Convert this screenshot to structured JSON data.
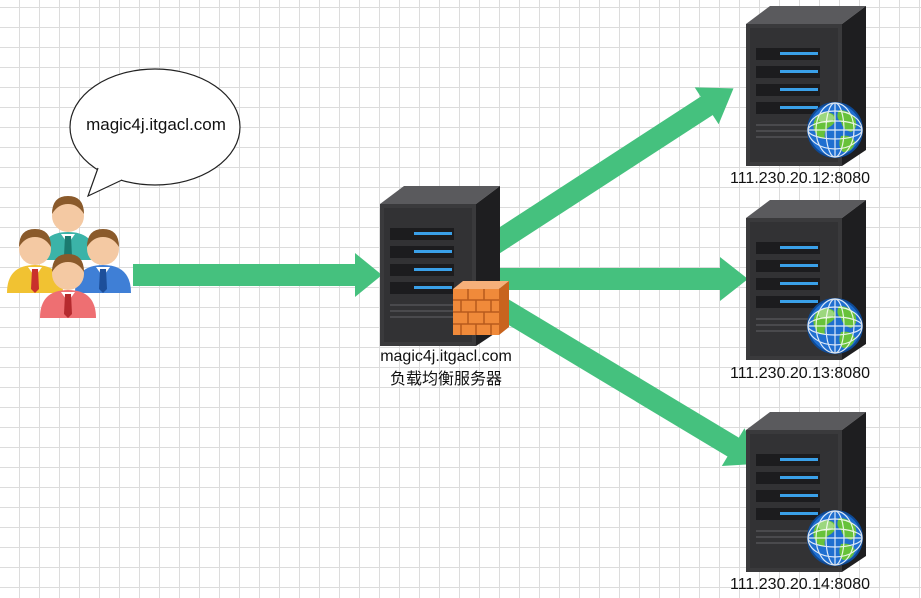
{
  "bubble": {
    "text": "magic4j.itgacl.com"
  },
  "load_balancer": {
    "domain": "magic4j.itgacl.com",
    "name": "负载均衡服务器"
  },
  "servers": [
    {
      "address": "111.230.20.12:8080"
    },
    {
      "address": "111.230.20.13:8080"
    },
    {
      "address": "111.230.20.14:8080"
    }
  ],
  "icons": {
    "users": "users-group-icon",
    "server": "server-tower-icon",
    "firewall": "firewall-icon",
    "globe": "globe-icon"
  },
  "colors": {
    "arrow": "#45c17e",
    "server_body": "#2e2e30",
    "server_led": "#3aa0e8",
    "firewall": "#f08a3a",
    "grid": "#dcdcdc"
  }
}
